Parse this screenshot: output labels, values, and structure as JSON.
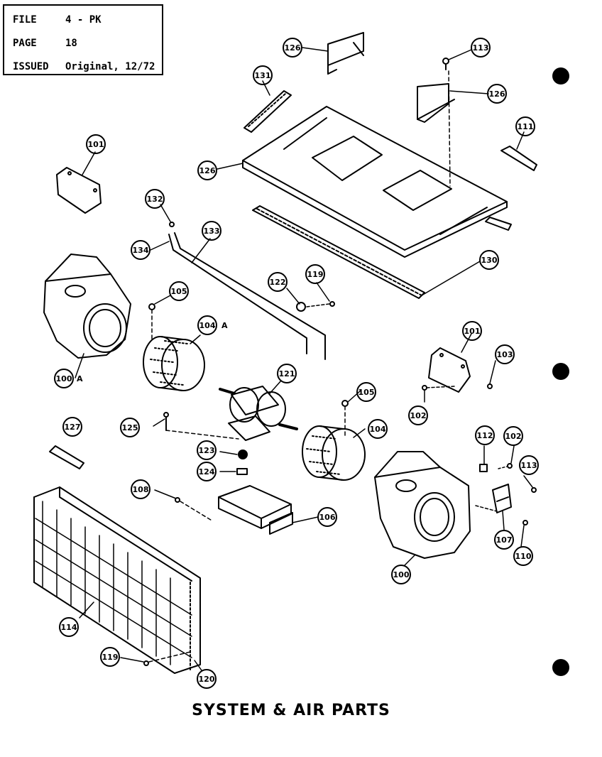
{
  "header": {
    "file_label": "FILE",
    "file_value": "4 - PK",
    "page_label": "PAGE",
    "page_value": "18",
    "issued_label": "ISSUED",
    "issued_value": "Original, 12/72"
  },
  "caption": "SYSTEM & AIR PARTS",
  "callouts": {
    "c126a": "126",
    "c113a": "113",
    "c131": "131",
    "c126b": "126",
    "c111": "111",
    "c101a": "101",
    "c126c": "126",
    "c132": "132",
    "c133": "133",
    "c134": "134",
    "c130": "130",
    "c122": "122",
    "c119a": "119",
    "c105a": "105",
    "c104a": "104",
    "c104a_suffix": "A",
    "c100a": "100",
    "c100a_suffix": "A",
    "c101b": "101",
    "c103": "103",
    "c121": "121",
    "c105b": "105",
    "c102a": "102",
    "c127": "127",
    "c125": "125",
    "c104": "104",
    "c112": "112",
    "c102b": "102",
    "c123": "123",
    "c113b": "113",
    "c124": "124",
    "c108": "108",
    "c106": "106",
    "c107": "107",
    "c110": "110",
    "c100": "100",
    "c114": "114",
    "c119b": "119",
    "c120": "120"
  }
}
